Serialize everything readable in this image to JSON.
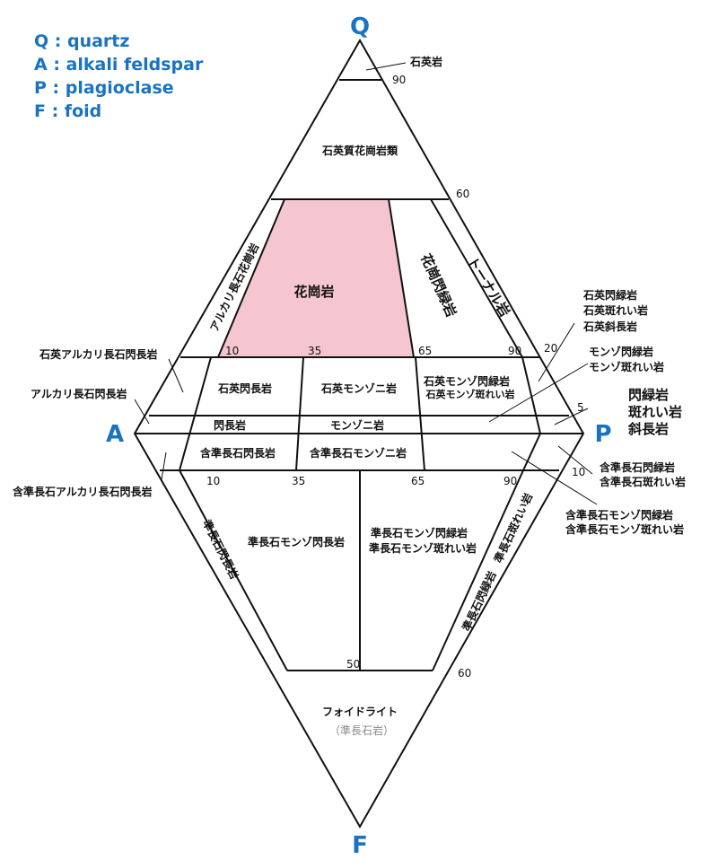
{
  "legend": {
    "q": "Q : quartz",
    "a": "A : alkali feldspar",
    "p": "P : plagioclase",
    "f": "F : foid"
  },
  "vertices": {
    "q": "Q",
    "a": "A",
    "p": "P",
    "f": "F"
  },
  "colors": {
    "vertex_blue": "#1a73c0",
    "granite_fill": "#f5c6cf",
    "line": "#111111"
  },
  "ticks": {
    "q90": "90",
    "q60": "60",
    "q20": "20",
    "q5": "5",
    "f10": "10",
    "f60": "60",
    "u10": "10",
    "u35": "35",
    "u65": "65",
    "u90": "90",
    "l10": "10",
    "l35": "35",
    "l65": "65",
    "l90": "90",
    "f50": "50"
  },
  "fields": {
    "quartzolite": "石英岩",
    "quartz_rich_granitoid": "石英質花崗岩類",
    "alkali_feldspar_granite": "アルカリ長石花崗岩",
    "granite": "花崗岩",
    "granodiorite": "花崗閃緑岩",
    "tonalite": "トーナル岩",
    "quartz_syenite": "石英閃長岩",
    "quartz_monzonite": "石英モンゾニ岩",
    "quartz_monzodiorite_1": "石英モンゾ閃緑岩",
    "quartz_monzodiorite_2": "石英モンゾ斑れい岩",
    "syenite": "閃長岩",
    "monzonite": "モンゾニ岩",
    "foid_syenite": "含準長石閃長岩",
    "foid_monzonite": "含準長石モンゾニ岩",
    "foid_monzosyenite": "準長石モンゾ閃長岩",
    "foid_monzodiorite_1": "準長石モンゾ閃緑岩",
    "foid_monzodiorite_2": "準長石モンゾ斑れい岩",
    "foid_syenite_lower": "準長石閃長岩",
    "foid_diorite": "準長石閃緑岩　準長石斑れい岩",
    "foidolite": "フォイドライト",
    "foidolite_sub": "（準長石岩）"
  },
  "callouts": {
    "quartz_alkali_syenite": "石英アルカリ長石閃長岩",
    "alkali_syenite": "アルカリ長石閃長岩",
    "foid_alkali_syenite": "含準長石アルカリ長石閃長岩",
    "quartz_diorite_1": "石英閃緑岩",
    "quartz_diorite_2": "石英斑れい岩",
    "quartz_diorite_3": "石英斜長岩",
    "monzodiorite_1": "モンゾ閃緑岩",
    "monzodiorite_2": "モンゾ斑れい岩",
    "diorite_1": "閃緑岩",
    "diorite_2": "斑れい岩",
    "diorite_3": "斜長岩",
    "foid_diorite_1": "含準長石閃緑岩",
    "foid_diorite_2": "含準長石斑れい岩",
    "foid_monzodiorite_1": "含準長石モンゾ閃緑岩",
    "foid_monzodiorite_2": "含準長石モンゾ斑れい岩"
  }
}
